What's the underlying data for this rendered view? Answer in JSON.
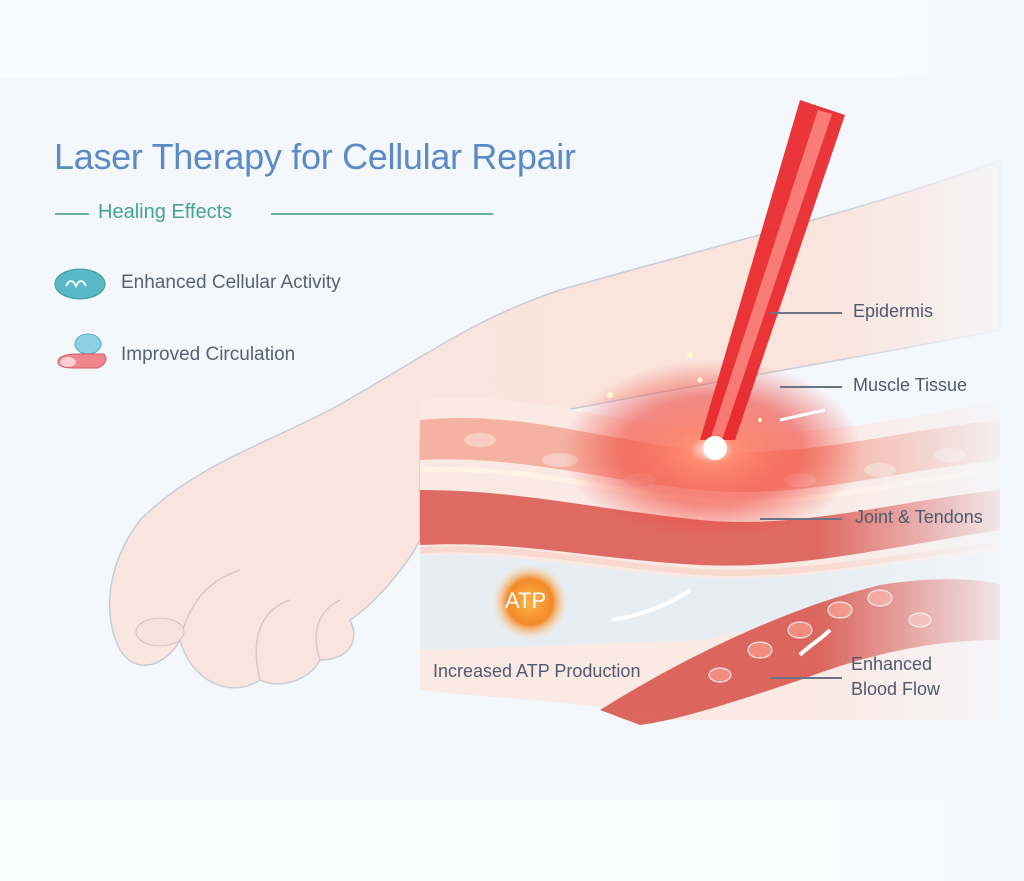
{
  "title": "Laser Therapy for Cellular Repair",
  "section_heading": "Healing Effects",
  "effects": [
    {
      "label": "Enhanced Cellular Activity",
      "icon": "cell-icon"
    },
    {
      "label": "Improved Circulation",
      "icon": "blood-vessel-icon"
    }
  ],
  "diagram_labels": {
    "epidermis": "Epidermis",
    "muscle_tissue": "Muscle Tissue",
    "joint_tendons": "Joint & Tendons",
    "atp_production": "Increased ATP Production",
    "blood_flow_line1": "Enhanced",
    "blood_flow_line2": "Blood Flow",
    "atp_badge": "ATP"
  },
  "colors": {
    "title": "#5b8bc6",
    "heading": "#45a394",
    "laser": "#e8252a",
    "tissue": "#e0615a"
  }
}
